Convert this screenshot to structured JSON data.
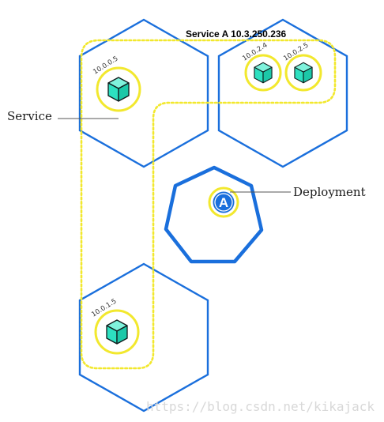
{
  "service": {
    "title": "Service A 10.3.250.236",
    "label": "Service"
  },
  "deployment": {
    "label": "Deployment",
    "app_letter": "A"
  },
  "pods": [
    {
      "ip": "10.0.0.5"
    },
    {
      "ip": "10.0.2.4"
    },
    {
      "ip": "10.0.2.5"
    },
    {
      "ip": "10.0.1.5"
    }
  ],
  "watermark": "https://blog.csdn.net/kikajack",
  "colors": {
    "node_stroke": "#1a6fdc",
    "deployment_stroke": "#1a6fdc",
    "service_outline": "#f2e82e",
    "pod_ring": "#f2e82e",
    "pod_fill": "#2de0c0",
    "app_badge": "#1a6fdc"
  },
  "icons": {
    "pod": "cube-icon",
    "app": "app-badge-icon"
  }
}
